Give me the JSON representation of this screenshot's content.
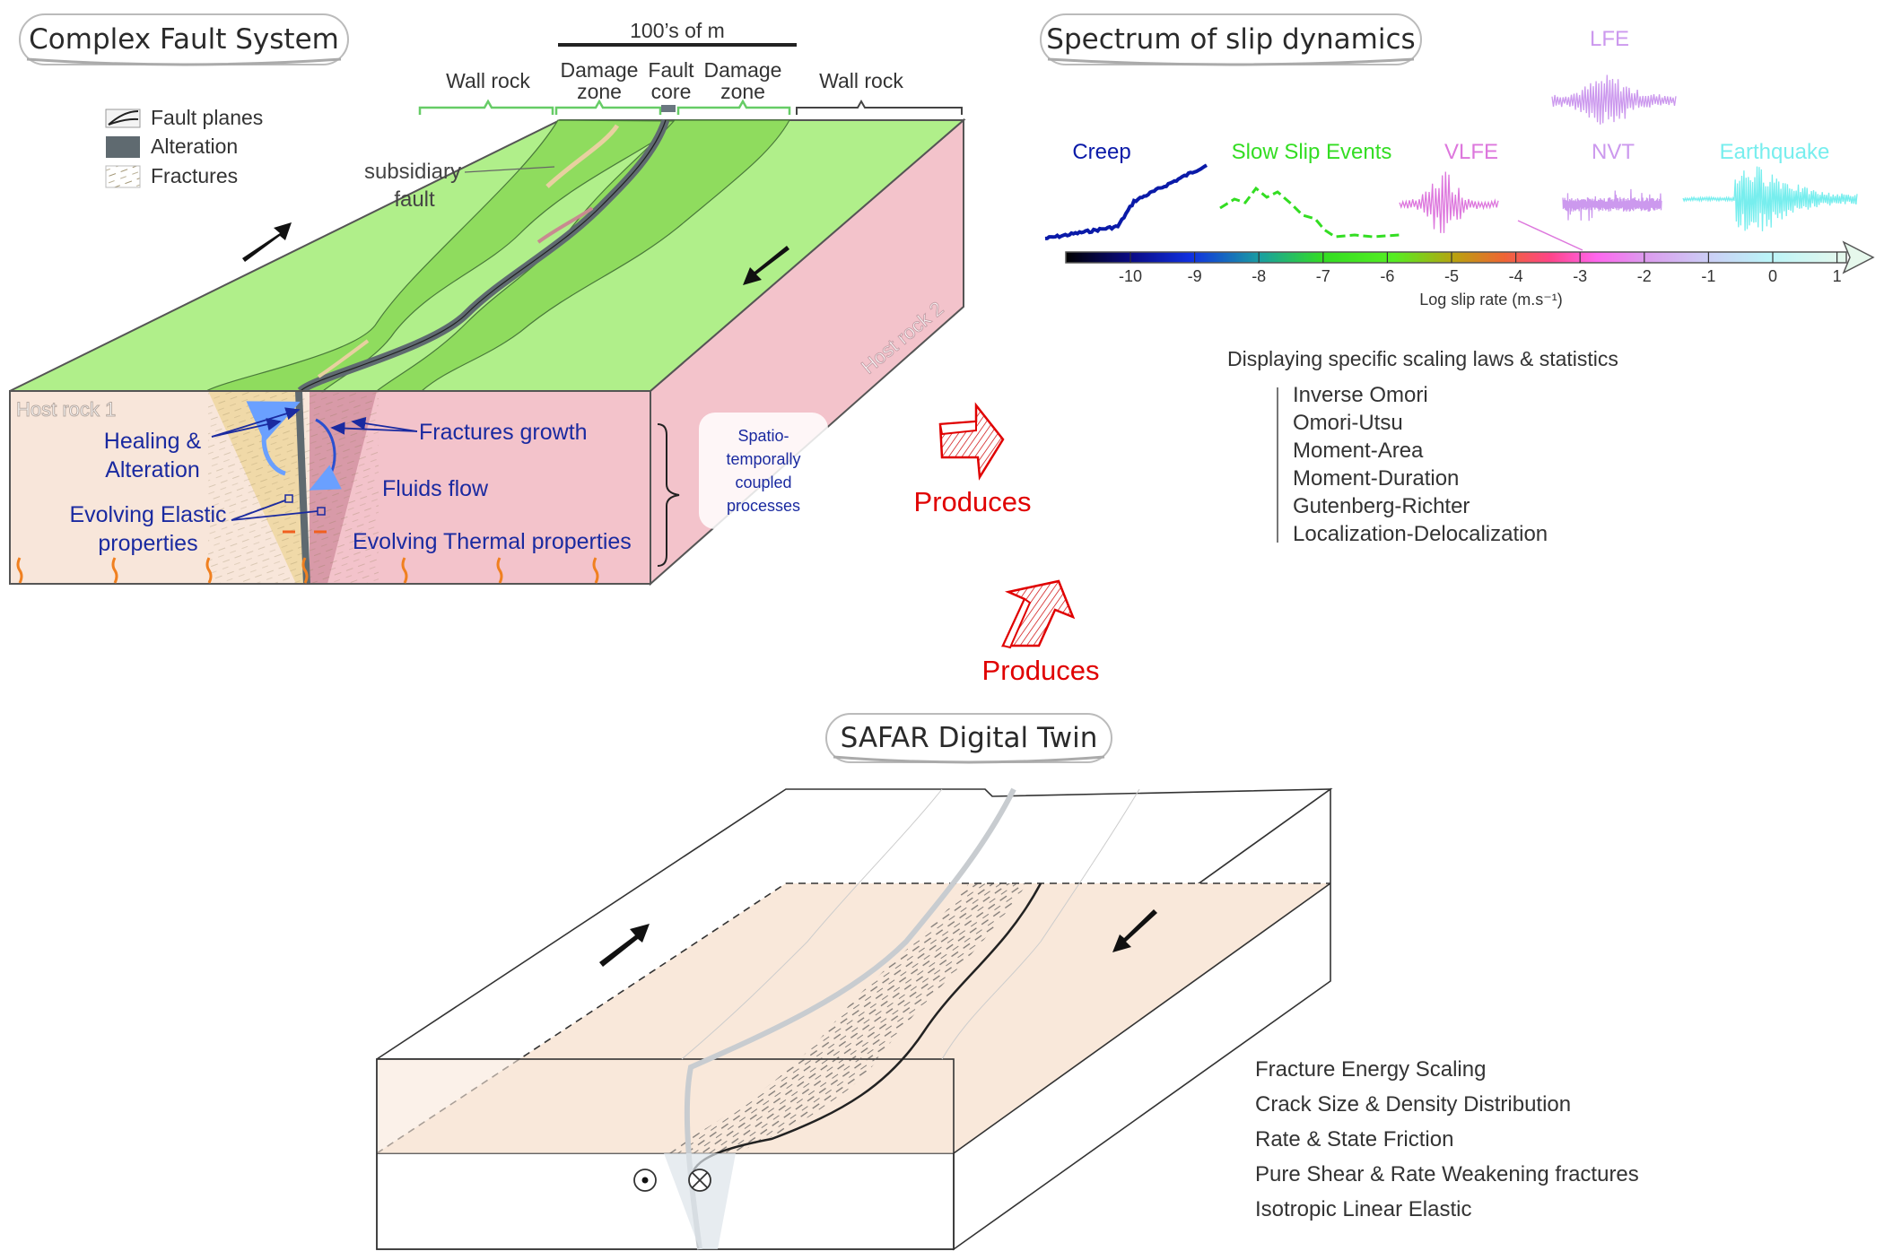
{
  "panels": {
    "fault_system": {
      "title": "Complex Fault System",
      "scale_label": "100’s of m",
      "zones": [
        {
          "line1": "Wall rock",
          "line2": ""
        },
        {
          "line1": "Damage",
          "line2": "zone"
        },
        {
          "line1": "Fault",
          "line2": "core"
        },
        {
          "line1": "Damage",
          "line2": "zone"
        },
        {
          "line1": "Wall rock",
          "line2": ""
        }
      ],
      "legend": [
        {
          "label": "Fault planes",
          "icon": "fault-planes-icon"
        },
        {
          "label": "Alteration",
          "icon": "alteration-swatch"
        },
        {
          "label": "Fractures",
          "icon": "fractures-icon"
        }
      ],
      "annotations": {
        "subsidiary_fault_1": "subsidiary",
        "subsidiary_fault_2": "fault",
        "host_rock_1": "Host rock 1",
        "host_rock_2": "Host rock 2",
        "healing_1": "Healing &",
        "healing_2": "Alteration",
        "elastic_1": "Evolving Elastic",
        "elastic_2": "properties",
        "fractures_growth": "Fractures growth",
        "fluids_flow": "Fluids flow",
        "thermal": "Evolving Thermal properties"
      },
      "coupled_box": [
        "Spatio-",
        "temporally",
        "coupled",
        "processes"
      ],
      "colors": {
        "wall_rock_green": "#b0ef8a",
        "damage_green": "#8fdc5e",
        "alteration_grey": "#5f6a70",
        "host1": "#f8e6da",
        "host2": "#f3c3cb",
        "damage_front": "#f0d9a8",
        "annotation_blue": "#1a2aa0"
      }
    },
    "produces_1": {
      "label": "Produces",
      "color": "#e00000"
    },
    "produces_2": {
      "label": "Produces",
      "color": "#e00000"
    },
    "slip_dynamics": {
      "title": "Spectrum of slip dynamics",
      "events": [
        {
          "label": "Creep",
          "color": "#0a1aa8"
        },
        {
          "label": "Slow Slip Events",
          "color": "#33dd22"
        },
        {
          "label": "VLFE",
          "color": "#dd77dd"
        },
        {
          "label": "LFE",
          "color": "#cc99ee"
        },
        {
          "label": "NVT",
          "color": "#cc99ee"
        },
        {
          "label": "Earthquake",
          "color": "#77eeee"
        }
      ],
      "axis_label": "Log slip rate (m.s⁻¹)",
      "ticks": [
        "-10",
        "-9",
        "-8",
        "-7",
        "-6",
        "-5",
        "-4",
        "-3",
        "-2",
        "-1",
        "0",
        "1"
      ],
      "scaling_header": "Displaying specific scaling laws & statistics",
      "scaling_laws": [
        "Inverse Omori",
        "Omori-Utsu",
        "Moment-Area",
        "Moment-Duration",
        "Gutenberg-Richter",
        "Localization-Delocalization"
      ]
    },
    "digital_twin": {
      "title": "SAFAR Digital Twin",
      "features": [
        "Fracture Energy Scaling",
        "Crack Size & Density Distribution",
        "Rate & State Friction",
        "Pure Shear & Rate Weakening fractures",
        "Isotropic Linear Elastic"
      ],
      "symbols": {
        "out_of_page": "⊙",
        "into_page": "⊗"
      },
      "colors": {
        "slice": "#f9e8da",
        "edge": "#333333"
      }
    }
  }
}
